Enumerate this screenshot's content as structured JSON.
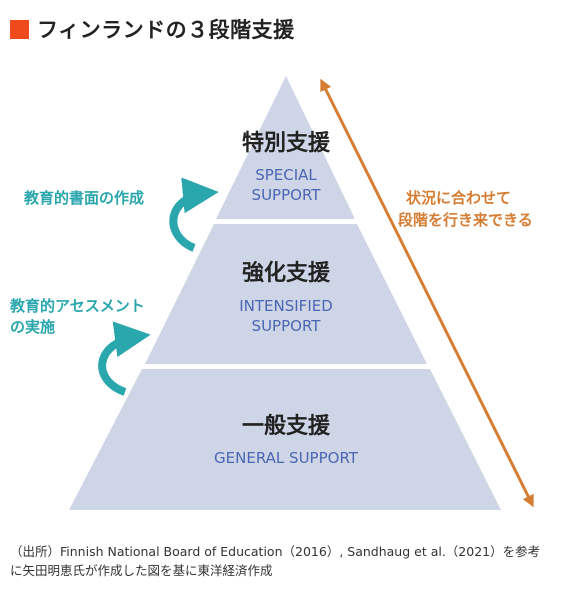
{
  "title": "フィンランドの３段階支援",
  "colors": {
    "accent": "#ef4a1c",
    "pyramid": "#cdd5e6",
    "level_en": "#4b66b4",
    "teal": "#2aa6ad",
    "orange": "#d57d32"
  },
  "levels": [
    {
      "jp": "特別支援",
      "en_line1": "SPECIAL",
      "en_line2": "SUPPORT"
    },
    {
      "jp": "強化支援",
      "en_line1": "INTENSIFIED",
      "en_line2": "SUPPORT"
    },
    {
      "jp": "一般支援",
      "en_line1": "GENERAL SUPPORT",
      "en_line2": ""
    }
  ],
  "transitions": [
    {
      "line1": "教育的書面の作成",
      "line2": ""
    },
    {
      "line1": "教育的アセスメント",
      "line2": "の実施"
    }
  ],
  "side_note": {
    "line1": "状況に合わせて",
    "line2": "段階を行き来できる"
  },
  "source": {
    "line1": "（出所）Finnish National Board of Education（2016）, Sandhaug et al.（2021）を参考",
    "line2": "に矢田明恵氏が作成した図を基に東洋経済作成"
  }
}
